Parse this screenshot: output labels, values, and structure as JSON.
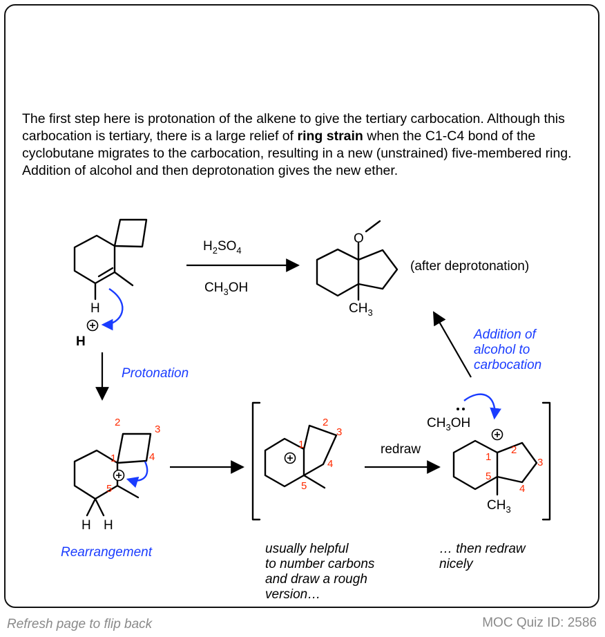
{
  "explanation": {
    "p1": "The first step here is protonation of the alkene to give the tertiary carbocation. Although this carbocation is tertiary, there is a large relief of ",
    "p_bold": "ring strain",
    "p2": " when the C1-C4 bond of the cyclobutane migrates to the carbocation, resulting in a new (unstrained) five-membered ring. Addition of alcohol and then deprotonation gives the new ether."
  },
  "reagents": {
    "acid": "H2SO4",
    "alcohol": "CH3OH"
  },
  "labels": {
    "after_deprotonation": "(after deprotonation)",
    "protonation": "Protonation",
    "addition_line1": "Addition of",
    "addition_line2": "alcohol to",
    "addition_line3": "carbocation",
    "rearrangement": "Rearrangement",
    "redraw": "redraw",
    "note1_l1": "usually helpful",
    "note1_l2": "to number carbons",
    "note1_l3": "and draw a rough",
    "note1_l4": "version…",
    "note2_l1": "… then redraw",
    "note2_l2": "nicely"
  },
  "atoms": {
    "H": "H",
    "H_plus": "H",
    "O": "O",
    "CH3_product": "CH3",
    "CH3OH_nuc": "CH3OH",
    "CH3_redrawn": "CH3",
    "H_a": "H",
    "H_b": "H"
  },
  "numbers": {
    "n1": "1",
    "n2": "2",
    "n3": "3",
    "n4": "4",
    "n5": "5"
  },
  "footer": {
    "left": "Refresh page to flip back",
    "right": "MOC Quiz ID: 2586"
  },
  "colors": {
    "arrow_blue": "#1a3cff",
    "number_red": "#ff2a00",
    "footer_gray": "#8a8a8a"
  }
}
